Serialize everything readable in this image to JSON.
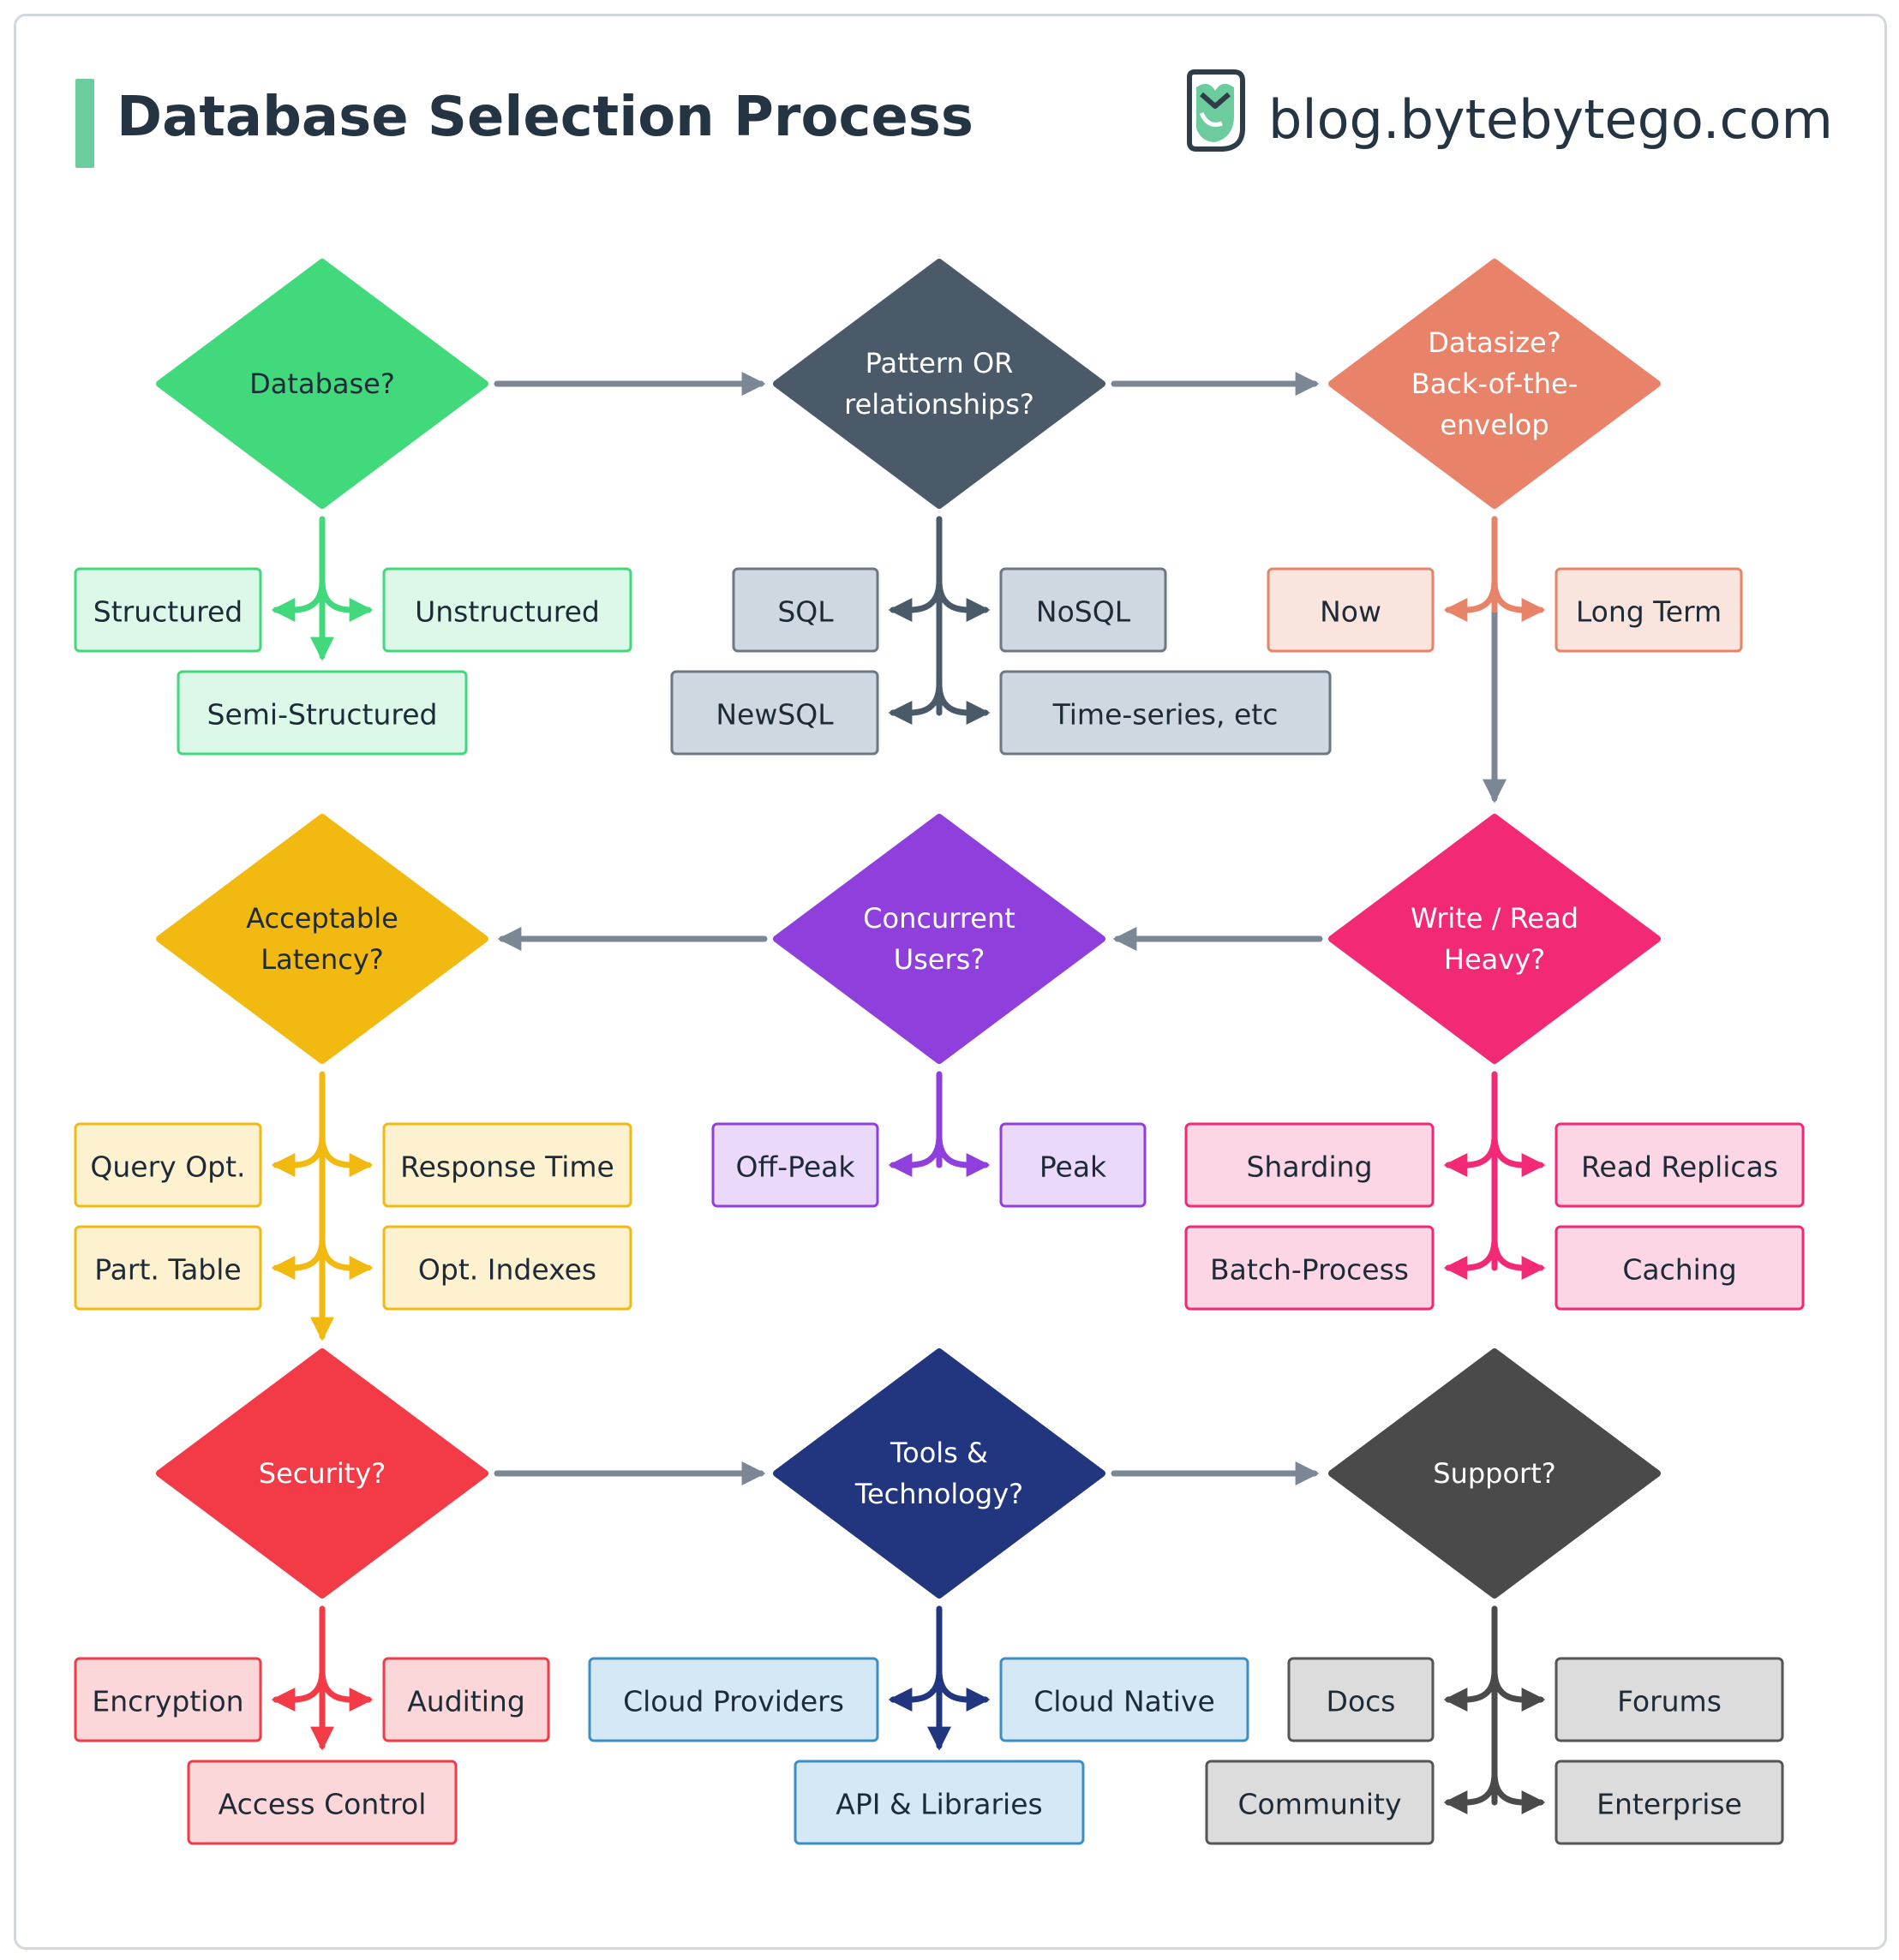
{
  "header": {
    "title": "Database Selection Process",
    "brand": "blog.bytebytego.com",
    "logo_icon": "owl-book-icon",
    "accent_color": "#6ccc9e"
  },
  "connector_color": "#7b8794",
  "decisions": [
    {
      "id": "database",
      "lines": [
        "Database?"
      ],
      "fill": "#41d97b",
      "text_color": "#1d2b38",
      "branch_color": "#41d97b",
      "box_fill": "#dcf8e8",
      "box_border": "#41d97b",
      "box_text": "#1d2b38",
      "options": [
        "Structured",
        "Unstructured",
        "Semi-Structured"
      ]
    },
    {
      "id": "pattern",
      "lines": [
        "Pattern OR",
        "relationships?"
      ],
      "fill": "#4b5a69",
      "text_color": "#ffffff",
      "branch_color": "#4b5a69",
      "box_fill": "#cfd8e1",
      "box_border": "#6a7784",
      "box_text": "#1d2b38",
      "options": [
        "SQL",
        "NoSQL",
        "NewSQL",
        "Time-series, etc"
      ]
    },
    {
      "id": "datasize",
      "lines": [
        "Datasize?",
        "Back-of-the-",
        "envelop"
      ],
      "fill": "#e8836a",
      "text_color": "#ffffff",
      "branch_color": "#e8836a",
      "box_fill": "#fae4de",
      "box_border": "#e8836a",
      "box_text": "#1d2b38",
      "options": [
        "Now",
        "Long Term"
      ]
    },
    {
      "id": "write-read",
      "lines": [
        "Write / Read",
        "Heavy?"
      ],
      "fill": "#f22a75",
      "text_color": "#ffffff",
      "branch_color": "#f22a75",
      "box_fill": "#fcd6e5",
      "box_border": "#f22a75",
      "box_text": "#1d2b38",
      "options": [
        "Sharding",
        "Read Replicas",
        "Batch-Process",
        "Caching"
      ]
    },
    {
      "id": "concurrent",
      "lines": [
        "Concurrent",
        "Users?"
      ],
      "fill": "#8e3fdc",
      "text_color": "#ffffff",
      "branch_color": "#8e3fdc",
      "box_fill": "#ead9fa",
      "box_border": "#8e3fdc",
      "box_text": "#1d2b38",
      "options": [
        "Off-Peak",
        "Peak"
      ]
    },
    {
      "id": "latency",
      "lines": [
        "Acceptable",
        "Latency?"
      ],
      "fill": "#f2ba10",
      "text_color": "#1d2b38",
      "branch_color": "#f2ba10",
      "box_fill": "#fdf1cf",
      "box_border": "#f2ba10",
      "box_text": "#1d2b38",
      "options": [
        "Query Opt.",
        "Response Time",
        "Part. Table",
        "Opt. Indexes"
      ]
    },
    {
      "id": "security",
      "lines": [
        "Security?"
      ],
      "fill": "#f23b47",
      "text_color": "#ffffff",
      "branch_color": "#f23b47",
      "box_fill": "#fcd7da",
      "box_border": "#f23b47",
      "box_text": "#1d2b38",
      "options": [
        "Encryption",
        "Auditing",
        "Access Control"
      ]
    },
    {
      "id": "tools",
      "lines": [
        "Tools &",
        "Technology?"
      ],
      "fill": "#22357f",
      "text_color": "#ffffff",
      "branch_color": "#22357f",
      "box_fill": "#d4e9f5",
      "box_border": "#3b8fc4",
      "box_text": "#1d2b38",
      "options": [
        "Cloud Providers",
        "Cloud Native",
        "API & Libraries"
      ]
    },
    {
      "id": "support",
      "lines": [
        "Support?"
      ],
      "fill": "#4a4a4a",
      "text_color": "#ffffff",
      "branch_color": "#4a4a4a",
      "box_fill": "#dcdcdc",
      "box_border": "#555555",
      "box_text": "#1d2b38",
      "options": [
        "Docs",
        "Forums",
        "Community",
        "Enterprise"
      ]
    }
  ]
}
